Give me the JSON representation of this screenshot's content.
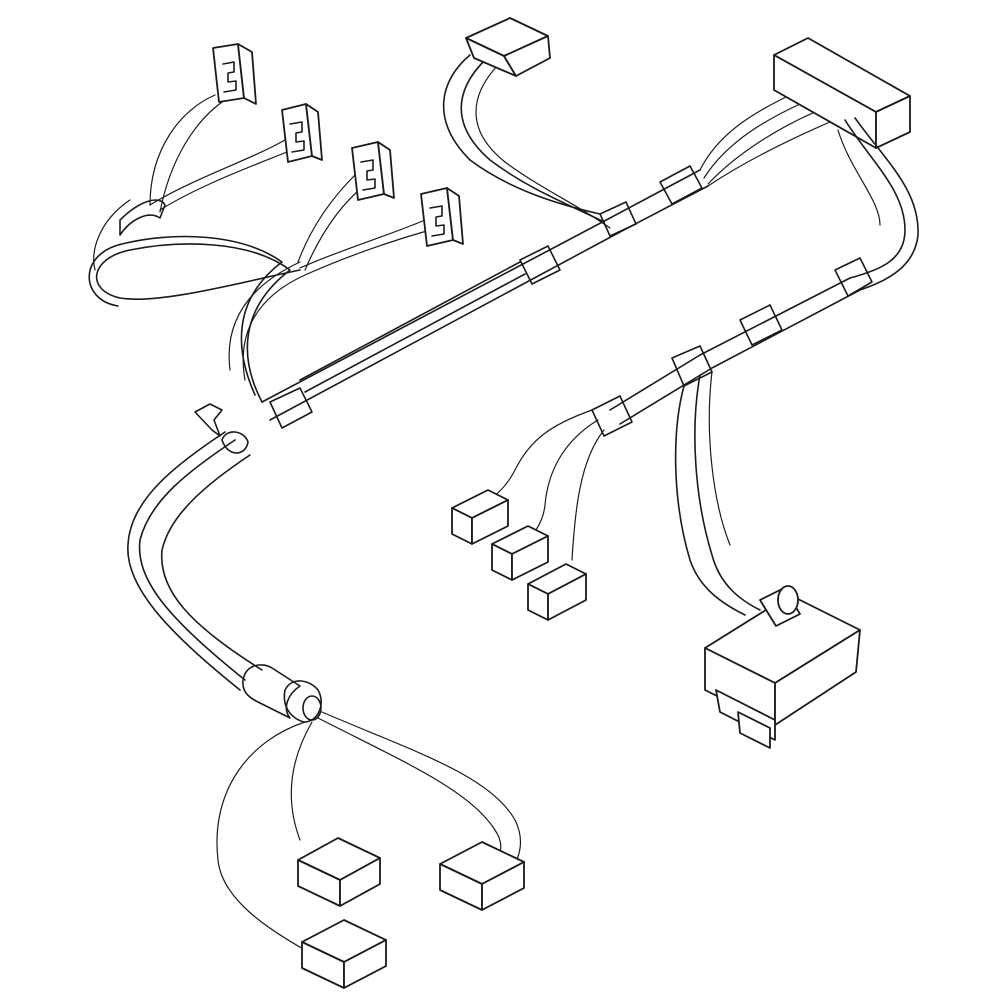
{
  "diagram": {
    "subject": "wire-harness",
    "line_color": "#1a1a1a",
    "background": "#ffffff",
    "connectors": [
      {
        "id": "c-clip-1",
        "kind": "c-clip"
      },
      {
        "id": "c-clip-2",
        "kind": "c-clip"
      },
      {
        "id": "c-clip-3",
        "kind": "c-clip"
      },
      {
        "id": "c-clip-4",
        "kind": "c-clip"
      },
      {
        "id": "top-plug",
        "kind": "block"
      },
      {
        "id": "main-multi-pin",
        "kind": "multi-pin"
      },
      {
        "id": "mid-plug-1",
        "kind": "block"
      },
      {
        "id": "mid-plug-2",
        "kind": "block"
      },
      {
        "id": "mid-plug-3",
        "kind": "block"
      },
      {
        "id": "junction-block",
        "kind": "terminal-block"
      },
      {
        "id": "bottom-plug-1",
        "kind": "block"
      },
      {
        "id": "bottom-plug-2",
        "kind": "block"
      },
      {
        "id": "bottom-plug-3",
        "kind": "block"
      }
    ]
  }
}
